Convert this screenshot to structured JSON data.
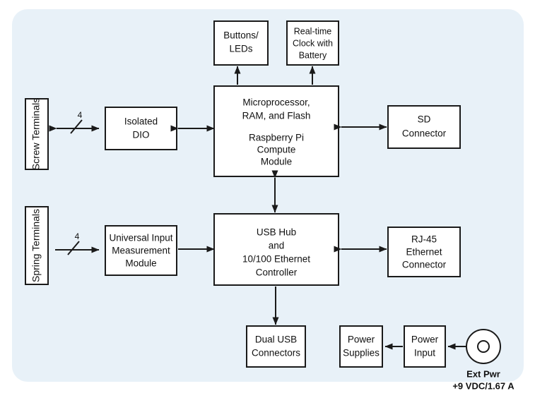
{
  "figure": {
    "background_color": "#e8f1f8",
    "box_fill": "#ffffff",
    "line_color": "#1a1a1a",
    "type": "block-diagram"
  },
  "blocks": {
    "screw_terminals": {
      "label": "Screw Terminals",
      "orientation": "vertical"
    },
    "spring_terminals": {
      "label": "Spring Terminals",
      "orientation": "vertical"
    },
    "isolated_dio": {
      "line1": "Isolated",
      "line2": "DIO"
    },
    "universal_input": {
      "line1": "Universal Input",
      "line2": "Measurement",
      "line3": "Module"
    },
    "microprocessor": {
      "line1": "Microprocessor,",
      "line2": "RAM, and Flash",
      "line3": "Raspberry Pi",
      "line4": "Compute",
      "line5": "Module"
    },
    "usb_hub": {
      "line1": "USB Hub",
      "line2": "and",
      "line3": "10/100 Ethernet",
      "line4": "Controller"
    },
    "buttons_leds": {
      "line1": "Buttons/",
      "line2": "LEDs"
    },
    "rtc": {
      "line1": "Real-time",
      "line2": "Clock with",
      "line3": "Battery"
    },
    "sd_connector": {
      "line1": "SD",
      "line2": "Connector"
    },
    "rj45": {
      "line1": "RJ-45",
      "line2": "Ethernet",
      "line3": "Connector"
    },
    "dual_usb": {
      "line1": "Dual USB",
      "line2": "Connectors"
    },
    "power_supplies": {
      "line1": "Power",
      "line2": "Supplies"
    },
    "power_input": {
      "line1": "Power",
      "line2": "Input"
    },
    "ext_power": {
      "line1": "Ext Pwr",
      "line2": "+9 VDC/1.67 A",
      "icon": "barrel-jack-icon"
    }
  },
  "connections": {
    "screw_to_dio": {
      "bus_width": "4",
      "style": "bidirectional"
    },
    "spring_to_uim": {
      "bus_width": "4",
      "style": "unidirectional-right"
    },
    "dio_to_cpu": {
      "style": "bidirectional"
    },
    "uim_to_usbhub": {
      "style": "unidirectional-right"
    },
    "cpu_to_buttons": {
      "style": "unidirectional-up"
    },
    "cpu_to_rtc": {
      "style": "unidirectional-up"
    },
    "cpu_to_sd": {
      "style": "bidirectional"
    },
    "cpu_to_usbhub": {
      "style": "bidirectional"
    },
    "usbhub_to_rj45": {
      "style": "bidirectional"
    },
    "usbhub_to_dualusb": {
      "style": "unidirectional-down"
    },
    "powerinput_to_supplies": {
      "style": "unidirectional-left"
    },
    "extpwr_to_powerinput": {
      "style": "unidirectional-left"
    }
  }
}
